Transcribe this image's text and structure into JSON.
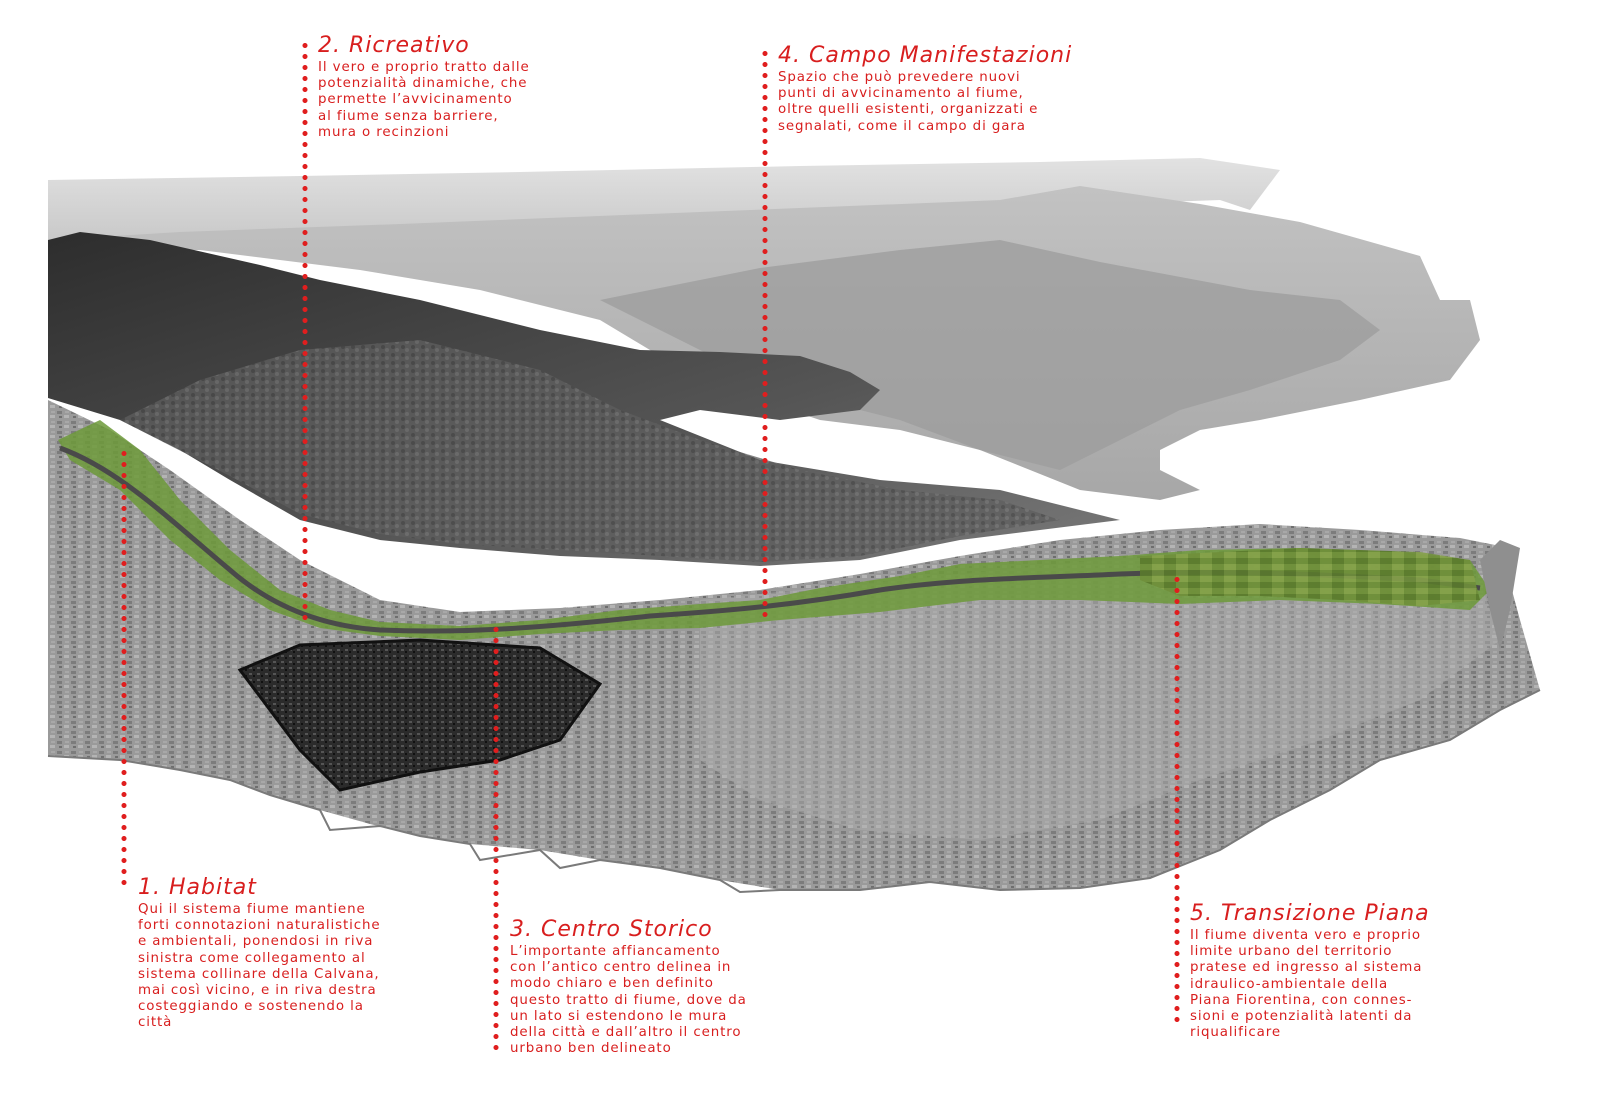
{
  "callouts": [
    {
      "title": "1. Habitat",
      "lines": [
        "Qui il sistema fiume mantiene",
        "forti connotazioni naturalistiche",
        "e ambientali, ponendosi in riva",
        "sinistra come collegamento al",
        "sistema collinare della Calvana,",
        "mai così vicino, e in riva destra",
        "costeggiando e sostenendo la",
        "città"
      ]
    },
    {
      "title": "2. Ricreativo",
      "lines": [
        "Il vero e proprio tratto dalle",
        "potenzialità dinamiche, che",
        "permette l’avvicinamento",
        "al fiume senza barriere,",
        "mura o recinzioni"
      ]
    },
    {
      "title": "3. Centro Storico",
      "lines": [
        "L’importante affiancamento",
        "con l’antico centro delinea in",
        "modo chiaro e ben definito",
        "questo tratto di fiume, dove da",
        "un lato si estendono le mura",
        "della città e dall’altro il centro",
        "urbano ben delineato"
      ]
    },
    {
      "title": "4. Campo Manifestazioni",
      "lines": [
        "Spazio che può prevedere nuovi",
        "punti di avvicinamento al fiume,",
        "oltre quelli esistenti, organizzati e",
        "segnalati, come il campo di gara"
      ]
    },
    {
      "title": "5. Transizione Piana",
      "lines": [
        "Il fiume diventa vero e proprio",
        "limite urbano del territorio",
        "pratese ed ingresso al sistema",
        "idraulico-ambientale della",
        "Piana Fiorentina, con connes-",
        "sioni e potenzialità latenti da",
        "riqualificare"
      ]
    }
  ],
  "colors": {
    "annotation_red": "#d81e1e",
    "river_green": "#5a8a2e",
    "mountain_dark": "#3a3a3a",
    "distant_hills": "#b8b8b8",
    "city_gray": "#8c8c8c"
  }
}
